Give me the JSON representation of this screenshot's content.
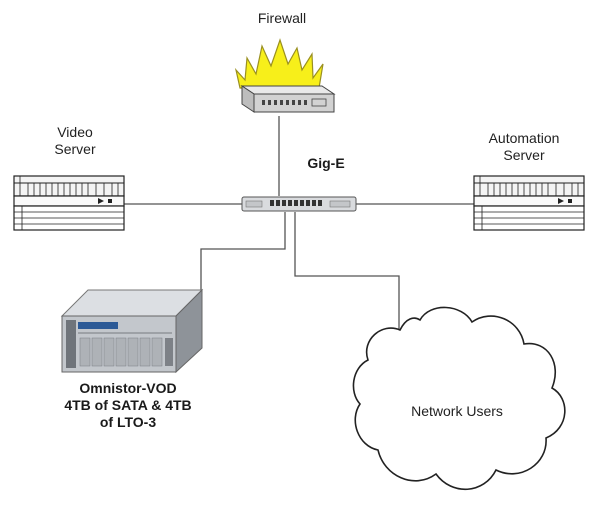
{
  "labels": {
    "firewall": "Firewall",
    "video_server": [
      "Video",
      "Server"
    ],
    "automation_server": [
      "Automation",
      "Server"
    ],
    "switch": "Gig-E",
    "storage": [
      "Omnistor-VOD",
      "4TB of SATA & 4TB",
      "of LTO-3"
    ],
    "cloud": "Network Users"
  },
  "colors": {
    "flame_fill": "#f7ef1a",
    "flame_stroke": "#9a9020",
    "line": "#555555",
    "device": "#9aa0a6"
  },
  "icons": [
    "firewall-icon",
    "video-server-icon",
    "automation-server-icon",
    "switch-icon",
    "storage-array-icon",
    "cloud-icon"
  ]
}
